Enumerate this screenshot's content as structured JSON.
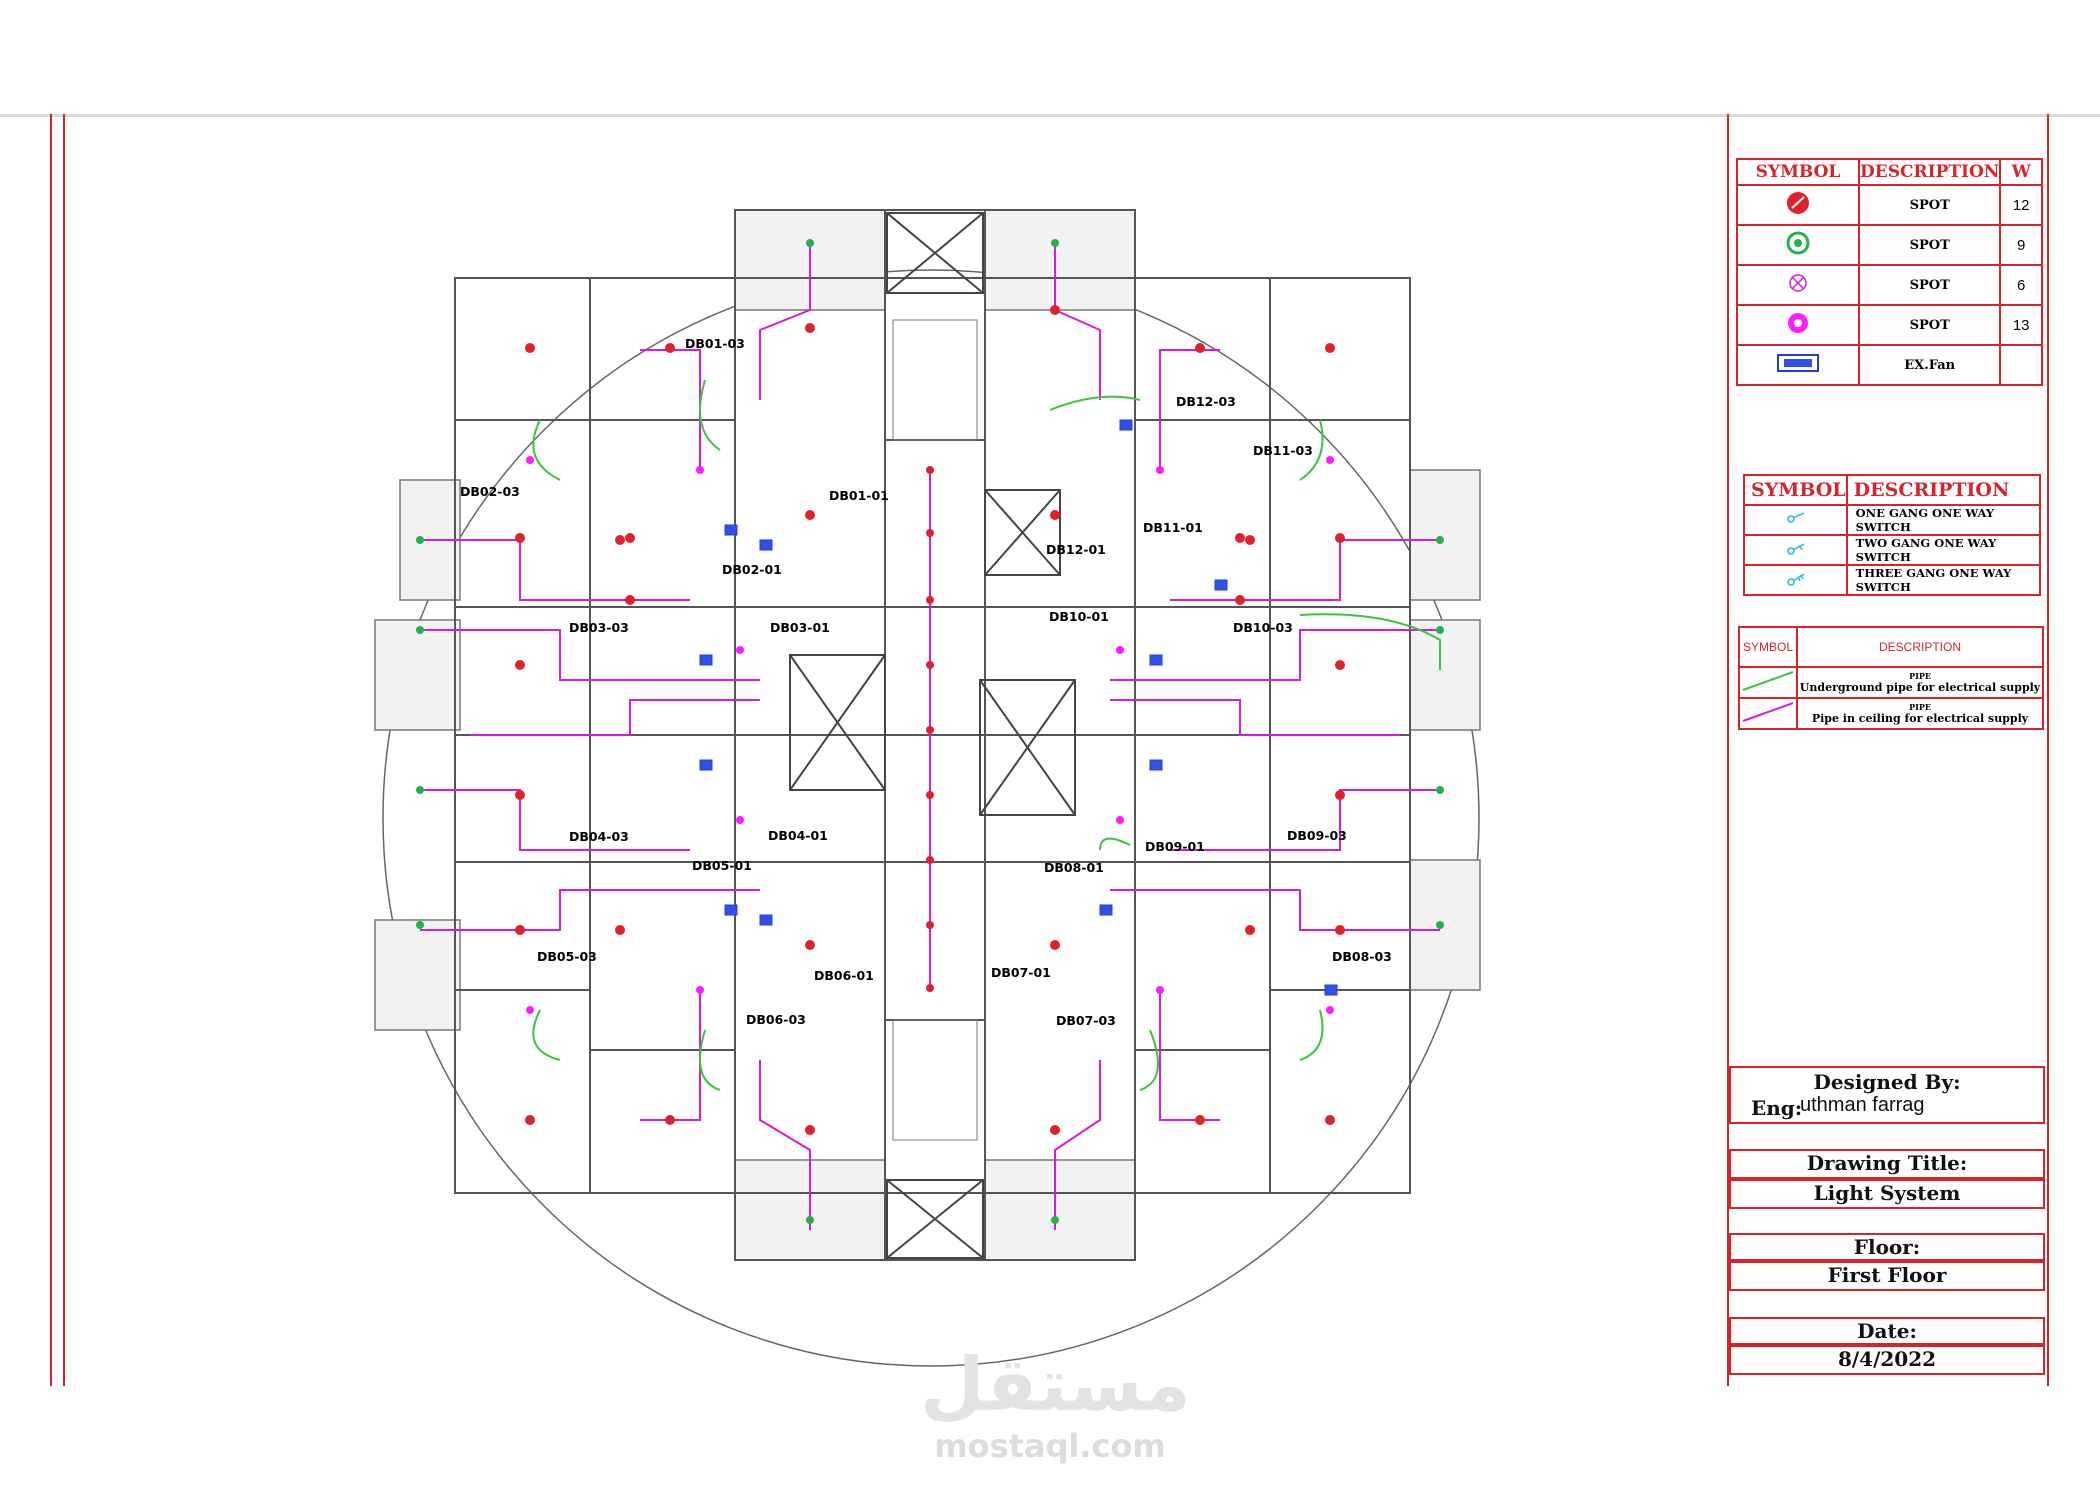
{
  "legend_spots": {
    "headers": [
      "SYMBOL",
      "DESCRIPTION",
      "W"
    ],
    "rows": [
      {
        "icon": "red-spot-icon",
        "color": "#e0202a",
        "description": "SPOT",
        "w": "12"
      },
      {
        "icon": "green-spot-icon",
        "color": "#22b24c",
        "description": "SPOT",
        "w": "9"
      },
      {
        "icon": "magenta-cross-spot-icon",
        "color": "#d81bd8",
        "description": "SPOT",
        "w": "6"
      },
      {
        "icon": "magenta-spot-icon",
        "color": "#ff1cff",
        "description": "SPOT",
        "w": "13"
      },
      {
        "icon": "exhaust-fan-icon",
        "color": "#1f3fd8",
        "description": "EX.Fan",
        "w": ""
      }
    ]
  },
  "legend_switches": {
    "headers": [
      "SYMBOL",
      "DESCRIPTION"
    ],
    "rows": [
      {
        "icon": "one-gang-switch-icon",
        "description": "ONE GANG ONE WAY SWITCH"
      },
      {
        "icon": "two-gang-switch-icon",
        "description": "TWO GANG ONE WAY SWITCH"
      },
      {
        "icon": "three-gang-switch-icon",
        "description": "THREE GANG ONE WAY SWITCH"
      }
    ]
  },
  "legend_pipes": {
    "headers": [
      "SYMBOL",
      "DESCRIPTION"
    ],
    "rows": [
      {
        "icon": "underground-pipe-icon",
        "color": "#3cc43c",
        "label": "PIPE",
        "description": "Underground pipe for electrical supply"
      },
      {
        "icon": "ceiling-pipe-icon",
        "color": "#d81bd8",
        "label": "PIPE",
        "description": "Pipe in ceiling for electrical supply"
      }
    ]
  },
  "title_block": {
    "designed_by_label": "Designed By:",
    "eng_label": "Eng:",
    "eng_name": "uthman farrag",
    "drawing_title_label": "Drawing Title:",
    "drawing_title": "Light System",
    "floor_label": "Floor:",
    "floor": "First Floor",
    "date_label": "Date:",
    "date": "8/4/2022"
  },
  "distribution_boards": [
    "DB01-03",
    "DB01-01",
    "DB02-03",
    "DB02-01",
    "DB03-03",
    "DB03-01",
    "DB04-03",
    "DB04-01",
    "DB05-03",
    "DB05-01",
    "DB06-03",
    "DB06-01",
    "DB07-01",
    "DB07-03",
    "DB08-03",
    "DB08-01",
    "DB09-01",
    "DB09-03",
    "DB10-03",
    "DB10-01",
    "DB11-03",
    "DB11-01",
    "DB12-03",
    "DB12-01"
  ],
  "colors": {
    "frame": "#d8232a",
    "ceiling_pipe": "#d81bd8",
    "underground_pipe": "#3cc43c",
    "lamp": "#e0202a",
    "walls": "#555555"
  },
  "watermark": {
    "arabic": "مستقل",
    "latin": "mostaql.com"
  }
}
